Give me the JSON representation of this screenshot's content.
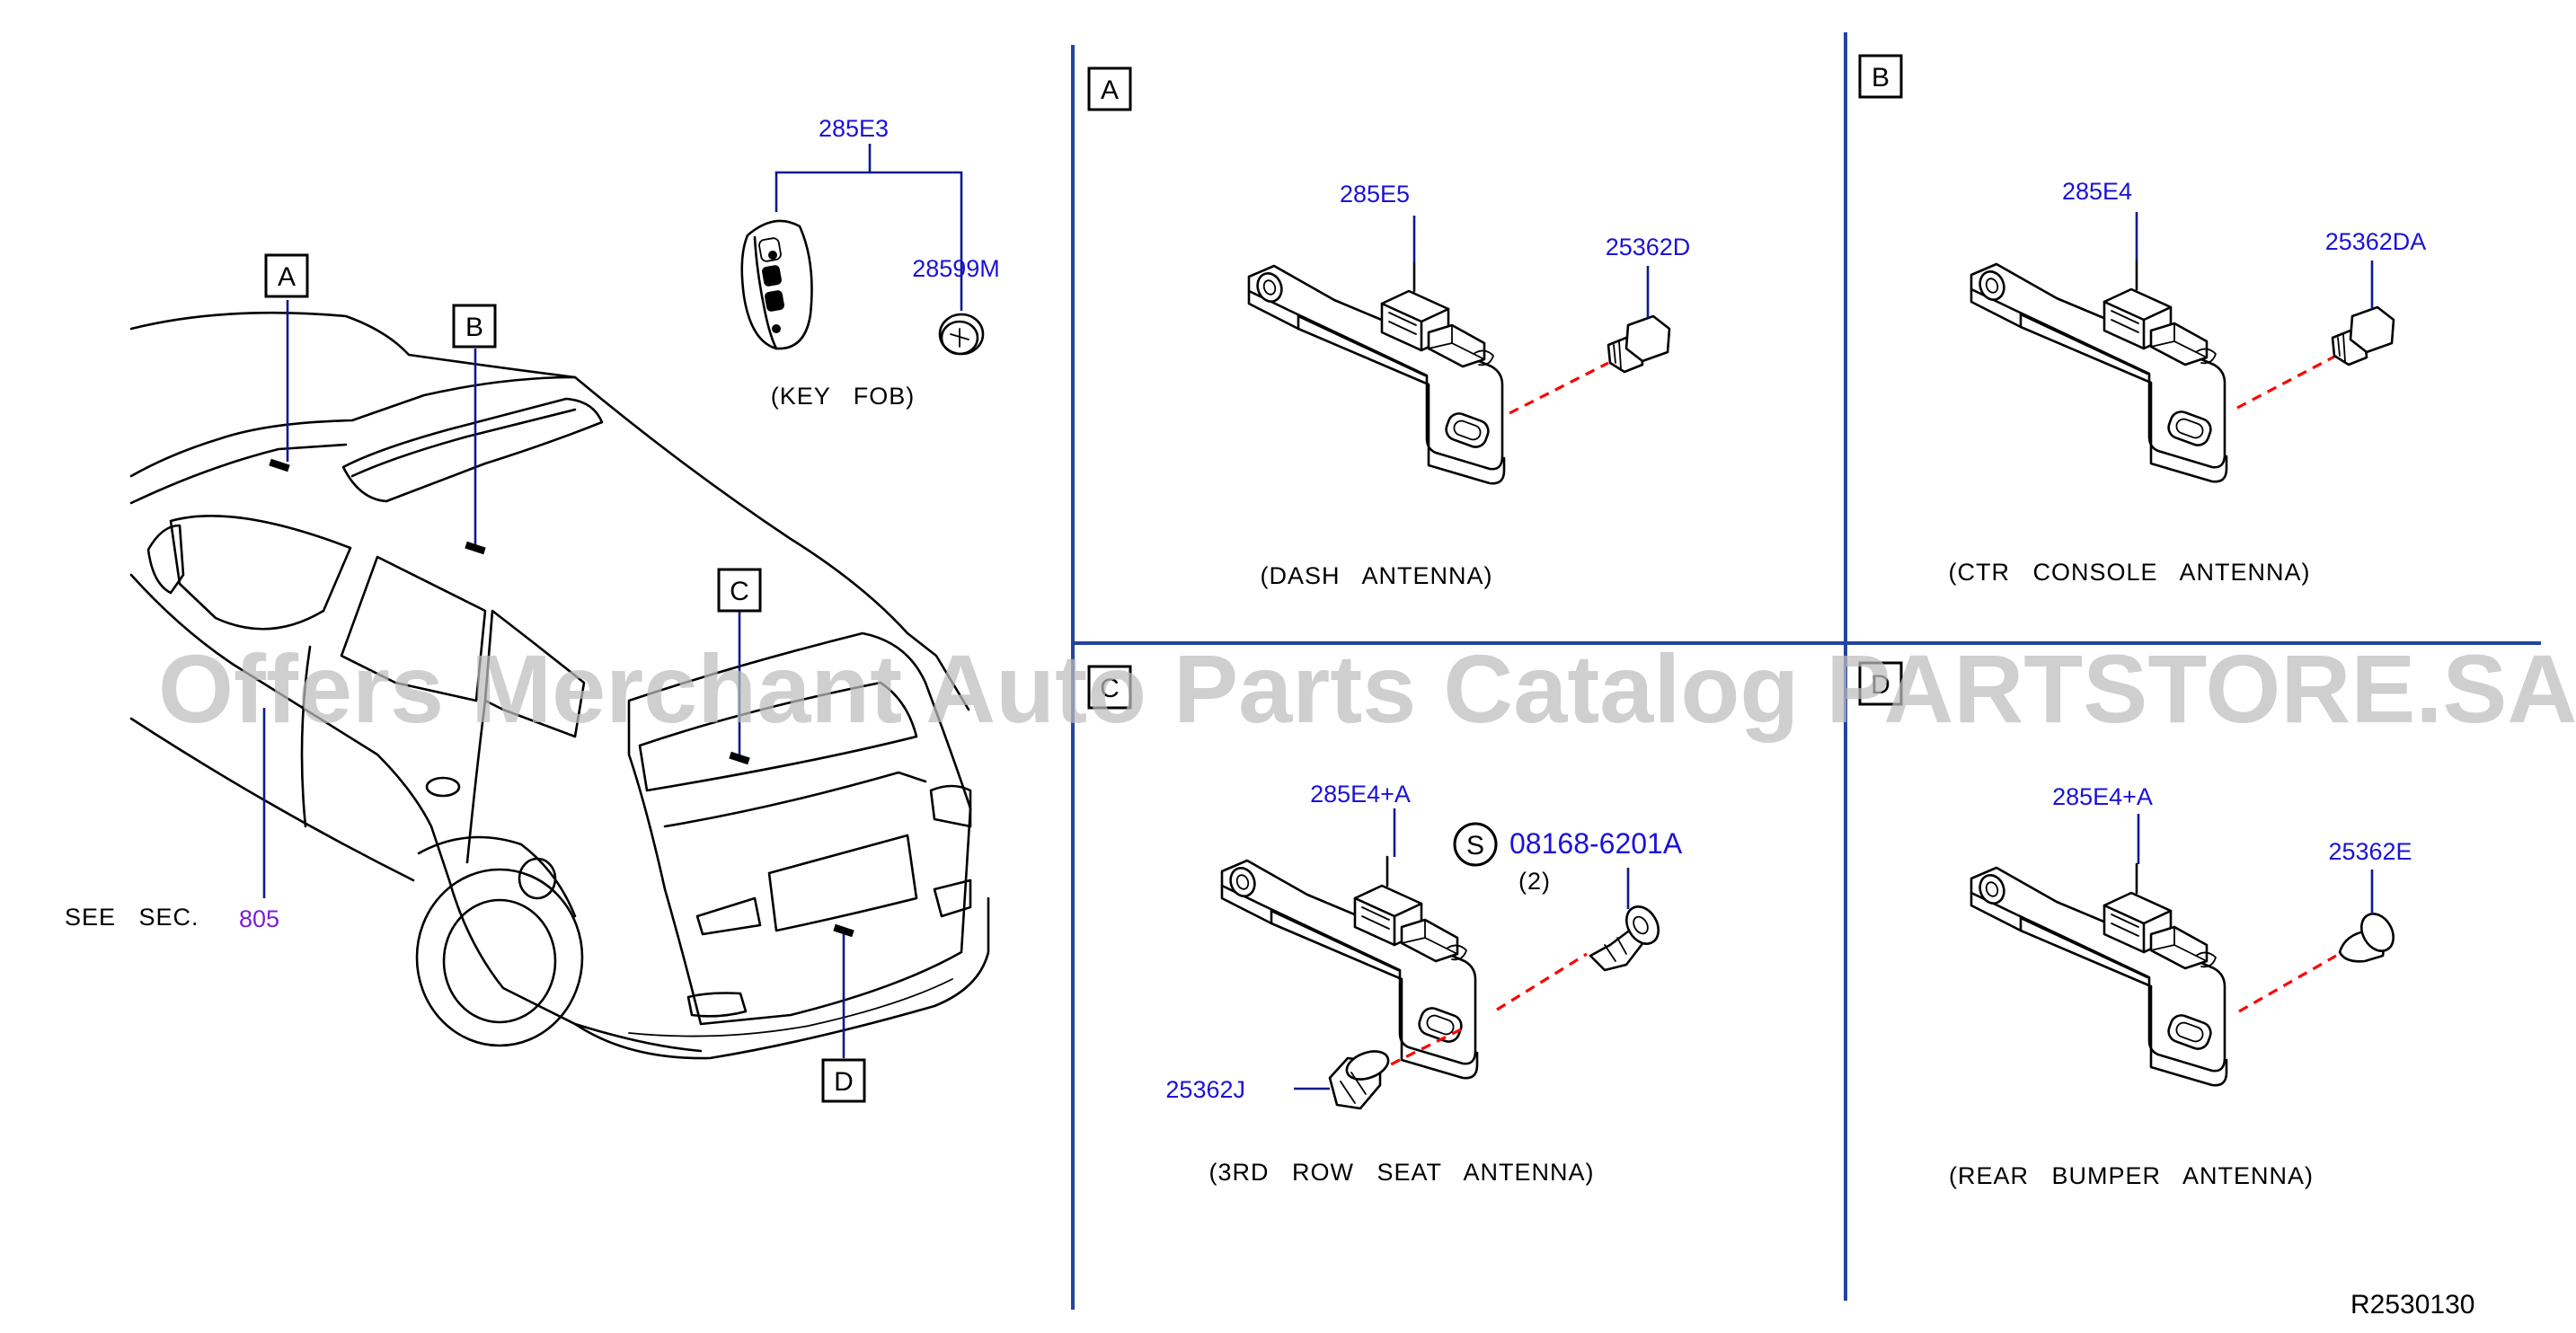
{
  "diagram_code": "R2530130",
  "watermark": "Offers Merchant Auto Parts Catalog PARTSTORE.SA",
  "colors": {
    "part_number": "#1c12d6",
    "leader": "#0d1a8f",
    "divider": "#22449e",
    "dash_line": "#ff0000",
    "see_section_number": "#7a1fd6"
  },
  "vehicle": {
    "callouts": {
      "a": "A",
      "b": "B",
      "c": "C",
      "d": "D"
    },
    "see_section_label": "SEE   SEC.",
    "see_section_number": "805"
  },
  "key_fob": {
    "assembly_part": "285E3",
    "battery_part": "28599M",
    "caption": "(KEY   FOB)"
  },
  "panels": {
    "a": {
      "label": "A",
      "antenna_part": "285E5",
      "fastener_part": "25362D",
      "caption": "(DASH   ANTENNA)"
    },
    "b": {
      "label": "B",
      "antenna_part": "285E4",
      "fastener_part": "25362DA",
      "caption": "(CTR   CONSOLE   ANTENNA)"
    },
    "c": {
      "label": "C",
      "antenna_part": "285E4+A",
      "standard_symbol": "S",
      "screw_part": "08168-6201A",
      "screw_qty": "(2)",
      "clip_part": "25362J",
      "caption": "(3RD   ROW   SEAT   ANTENNA)"
    },
    "d": {
      "label": "D",
      "antenna_part": "285E4+A",
      "clip_part": "25362E",
      "caption": "(REAR   BUMPER   ANTENNA)"
    }
  }
}
